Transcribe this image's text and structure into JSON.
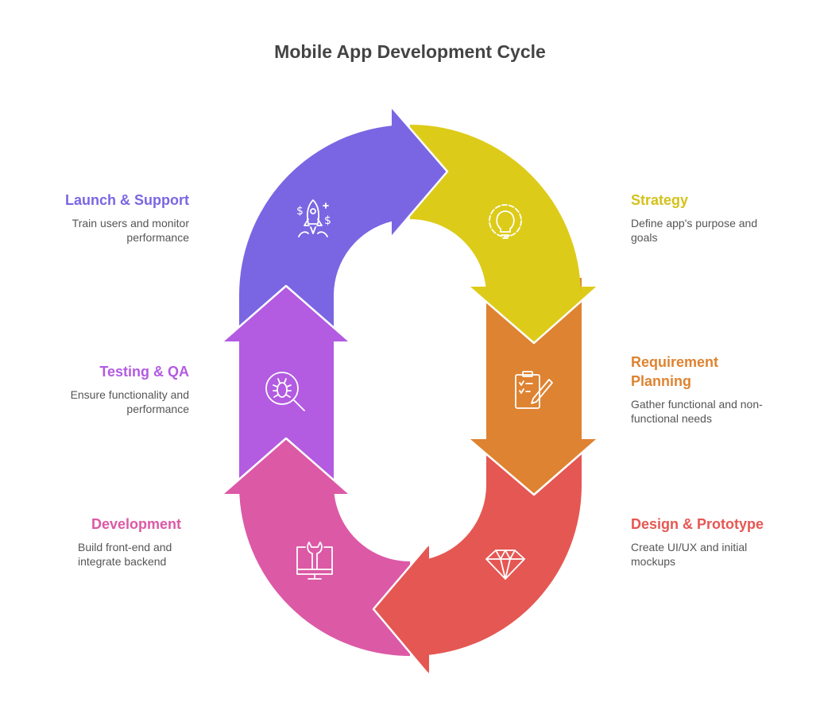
{
  "title": "Mobile App Development Cycle",
  "steps": [
    {
      "name": "Strategy",
      "desc": "Define app's purpose and goals",
      "color": "#DDCB19",
      "text_color": "#D3C21A",
      "icon": "lightbulb-gear-icon"
    },
    {
      "name": "Requirement Planning",
      "desc": "Gather functional and non-functional needs",
      "color": "#DE8331",
      "text_color": "#DE8331",
      "icon": "clipboard-pencil-icon"
    },
    {
      "name": "Design & Prototype",
      "desc": "Create UI/UX and initial mockups",
      "color": "#E55753",
      "text_color": "#E55753",
      "icon": "diamond-icon"
    },
    {
      "name": "Development",
      "desc": "Build front-end and integrate backend",
      "color": "#DC59A6",
      "text_color": "#DC59A6",
      "icon": "monitor-wrench-icon"
    },
    {
      "name": "Testing & QA",
      "desc": "Ensure functionality and performance",
      "color": "#B35BE1",
      "text_color": "#B35BE1",
      "icon": "bug-search-icon"
    },
    {
      "name": "Launch & Support",
      "desc": "Train users and monitor performance",
      "color": "#7A66E3",
      "text_color": "#7A66E3",
      "icon": "rocket-icon"
    }
  ]
}
